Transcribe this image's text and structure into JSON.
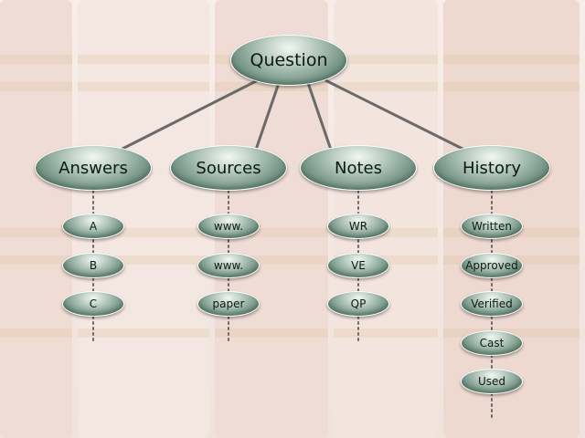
{
  "root": {
    "label": "Question"
  },
  "categories": [
    {
      "label": "Answers",
      "items": [
        "A",
        "B",
        "C"
      ]
    },
    {
      "label": "Sources",
      "items": [
        "www.",
        "www.",
        "paper"
      ]
    },
    {
      "label": "Notes",
      "items": [
        "WR",
        "VE",
        "QP"
      ]
    },
    {
      "label": "History",
      "items": [
        "Written",
        "Approved",
        "Verified",
        "Cast",
        "Used"
      ]
    }
  ],
  "colors": {
    "node": "#6f8f80",
    "connector": "#6a6a6a"
  }
}
